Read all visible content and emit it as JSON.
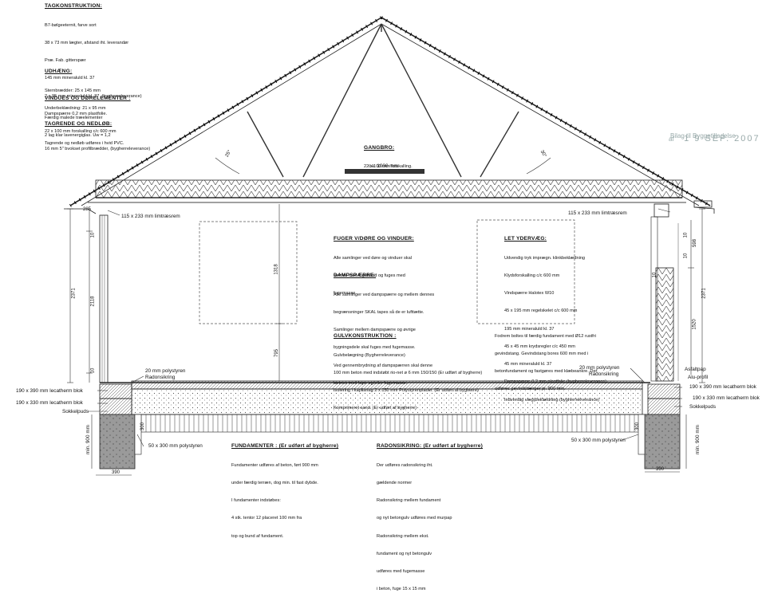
{
  "sections": {
    "tag": {
      "title": "TAGKONSTRUKTION:",
      "lines": [
        "B7-bølgeeternit, farve sort",
        "38 x 73 mm lægter, afstand iht. leverandør",
        "Præ. Fab. gitterspær",
        "145 mm mineraluld kl. 37",
        "2 x 95 mm mineraluld kl. 37, (bygherreleverance)",
        "Dampspærre 0,2 mm plastfolie.",
        "22 x 100 mm forskalling c/c 600 mm",
        "16 mm 5\" bvokset profilbrædder, (bygherreleverance)"
      ]
    },
    "udhaeng": {
      "title": "UDHÆNG:",
      "lines": [
        "Sternbrædder: 25 x 145 mm",
        "Underbeklædning: 21 x 95 mm"
      ]
    },
    "vindues": {
      "title": "VINDUES OG DØRELEMENTER :",
      "lines": [
        "Færdig malede træelementer",
        "2 lag klar lavenergiglas. Uw = 1,2"
      ]
    },
    "tagrende": {
      "title": "TAGRENDE OG NEDLØB:",
      "lines": [
        "Tagrende og nedløb udføres i hvid PVC."
      ]
    },
    "gangbro": {
      "title": "GANGBRO:",
      "lines": [
        "22 x 100 mm forskalling."
      ]
    },
    "fuger": {
      "title": "FUGER V/DØRE OG VINDUER:",
      "lines": [
        "Alle samlinger ved døre og vinduer skal",
        "tætnes med fugebånd og fuges med",
        "fugemasse"
      ]
    },
    "damp": {
      "title": "DAMPSPÆRRE:",
      "lines": [
        "Alle samlinger ved dampspærre og mellem dennes",
        "begrænsninger SKAL tapes så de er lufttætte.",
        "Samlinger mellem dampspærre og øvrige",
        "bygningsdele skal fuges med fugemasse.",
        "Ved gennembrydning af dampspærren skal denne",
        "tætnes med tape og/eller fugemasse."
      ]
    },
    "gulv": {
      "title": "GULVKONSTRUKTION :",
      "lines": [
        "Gulvbelægning (Bygherreleverance)",
        "100 mm beton med indstøbt rio-net ø 6 mm 150/150 (Er udført af bygherre)",
        "Isolering / kapilarlag 2 x 150 mm Polystyrenplader. (Er udført af bygherre)",
        "Komprimeret sand. (Er udført af bygherre)"
      ]
    },
    "ydervaeg": {
      "title": "LET YDERVÆG:",
      "lines": [
        "Udvendig tryk imprægn. klinkbeklædning",
        "Klydsforskalling c/c 600 mm",
        "Vindspærre Halotex W10",
        "45 x 195 mm regelskelet c/c 600 mm",
        "195 mm mineraluld kl. 37",
        "45 x 45 mm krydsregler c/c 450 mm",
        "45 mm mineraluld kl. 37",
        "Dampspærre 0,2 mm plastfolie (bygherreleverance)",
        "Indvendig væg(beklædning (bygherreleverance)"
      ]
    },
    "fodrem": {
      "lines": [
        "Fodrem boltes til færdig fundament med Ø12 rustfri",
        "gevindstang. Gevindstang bores 600 mm med i",
        "betonfundament og fastgøres med klæbeankre. Der",
        "udføres gevindstænger pr. 800 mm."
      ]
    },
    "fundamenter": {
      "title": "FUNDAMENTER : (Er udført af bygherre)",
      "lines": [
        "Fundamenter udføres af beton, ført 900 mm",
        "under færdig terræn, dog min. til fast dybde.",
        "I fundamenter indstøbes:",
        "4 stk. tentor 12 placeret 100 mm fra",
        "top og bund af fundament."
      ]
    },
    "radon": {
      "title": "RADONSIKRING: (Er udført af bygherre)",
      "lines": [
        "Der udføres radonsikring iht.",
        "gældende normer",
        "Radonsikring mellem fundament",
        "og nyt betongulv udføres med murpap",
        "Radonsikring mellem ekst.",
        "fundament og nyt betongulv",
        "udføres med fugemasse",
        "i beton, fuge 15 x 15 mm"
      ]
    }
  },
  "labels": {
    "lintrem_left": "115 x 233 mm limtræsrem",
    "lintrem_right": "115 x 233 mm limtræsrem",
    "ca1000": "ca. 1000 mm",
    "polystyren20_left": "20 mm polystyren",
    "radonsikring_left": "Radonsikring",
    "polystyren20_right": "20 mm polystyren",
    "radonsikring_right": "Radonsikring",
    "lecatherm390_left": "190 x 390 mm lecatherm blok",
    "lecatherm330_left": "190 x 330 mm lecatherm blok",
    "sokkelpuds_left": "Sokkelpuds",
    "lecatherm390_right": "190 x 390 mm lecatherm blok",
    "lecatherm330_right": "190 x 330 mm lecatherm blok",
    "sokkelpuds_right": "Sokkelpuds",
    "polystyren50_left": "50 x 300 mm polystyren",
    "polystyren50_right": "50 x 300 mm polystyren",
    "asfaltpap": "Asfaltpap",
    "aluprofil": "Alu-profil",
    "min900_left": "min. 900 mm",
    "min900_right": "min. 900 mm",
    "dim390_left": "390",
    "dim390_right": "390",
    "dim2371_left": "2371",
    "dim2118": "2118",
    "dim10_a": "10",
    "dim10_b": "10",
    "dim285": "285",
    "dim1318": "1318",
    "dim795": "795",
    "dim2371_right": "2371",
    "dim598": "598",
    "dim1520": "1520",
    "dim10_c": "10",
    "dim10_d": "10",
    "dim300_a": "300",
    "dim300_b": "300",
    "dim10_e": "10",
    "angle_left": "25°",
    "angle_right": "30°"
  },
  "stamp": {
    "line1": "Bilag til Byggetilladelse",
    "prefix": "af",
    "date": "1 9 SEP. 2007"
  }
}
